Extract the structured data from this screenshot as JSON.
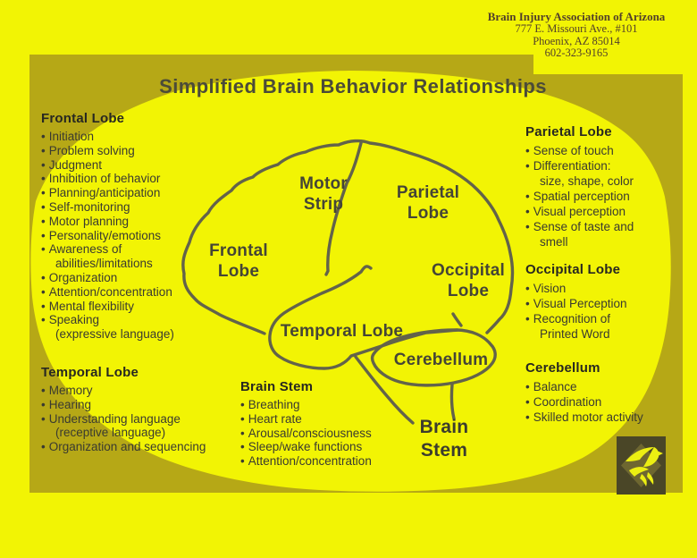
{
  "page": {
    "title": "Simplified Brain Behavior Relationships",
    "bullet_char": "•",
    "background_color": "#f2f404",
    "panel_color": "#b6a816",
    "line_color": "#63634a"
  },
  "header": {
    "org": "Brain Injury Association of Arizona",
    "address1": "777 E. Missouri Ave., #101",
    "address2": "Phoenix, AZ 85014",
    "phone": "602-323-9165"
  },
  "brain_labels": {
    "motor_strip": [
      "Motor",
      "Strip"
    ],
    "frontal": [
      "Frontal",
      "Lobe"
    ],
    "parietal": [
      "Parietal",
      "Lobe"
    ],
    "occipital": [
      "Occipital",
      "Lobe"
    ],
    "temporal": "Temporal Lobe",
    "cerebellum": "Cerebellum",
    "brain_stem": [
      "Brain",
      "Stem"
    ]
  },
  "sections": {
    "frontal": {
      "title": "Frontal Lobe",
      "items": [
        [
          "Initiation"
        ],
        [
          "Problem solving"
        ],
        [
          "Judgment"
        ],
        [
          "Inhibition of behavior"
        ],
        [
          "Planning/anticipation"
        ],
        [
          "Self-monitoring"
        ],
        [
          "Motor planning"
        ],
        [
          "Personality/emotions"
        ],
        [
          "Awareness of",
          "abilities/limitations"
        ],
        [
          "Organization"
        ],
        [
          "Attention/concentration"
        ],
        [
          "Mental flexibility"
        ],
        [
          "Speaking",
          "(expressive language)"
        ]
      ]
    },
    "temporal": {
      "title": "Temporal Lobe",
      "items": [
        [
          "Memory"
        ],
        [
          "Hearing"
        ],
        [
          "Understanding language",
          "(receptive language)"
        ],
        [
          "Organization and sequencing"
        ]
      ]
    },
    "brainstem": {
      "title": "Brain Stem",
      "items": [
        [
          "Breathing"
        ],
        [
          "Heart rate"
        ],
        [
          "Arousal/consciousness"
        ],
        [
          "Sleep/wake functions"
        ],
        [
          "Attention/concentration"
        ]
      ]
    },
    "parietal": {
      "title": "Parietal Lobe",
      "items": [
        [
          "Sense of touch"
        ],
        [
          "Differentiation:",
          "size, shape, color"
        ],
        [
          "Spatial perception"
        ],
        [
          "Visual perception"
        ],
        [
          "Sense of taste and",
          "smell"
        ]
      ]
    },
    "occipital": {
      "title": "Occipital Lobe",
      "items": [
        [
          "Vision"
        ],
        [
          "Visual Perception"
        ],
        [
          "Recognition of",
          "Printed Word"
        ]
      ]
    },
    "cerebellum": {
      "title": "Cerebellum",
      "items": [
        [
          "Balance"
        ],
        [
          "Coordination"
        ],
        [
          "Skilled motor activity"
        ]
      ]
    }
  },
  "logo": {
    "name": "bird-logo"
  }
}
